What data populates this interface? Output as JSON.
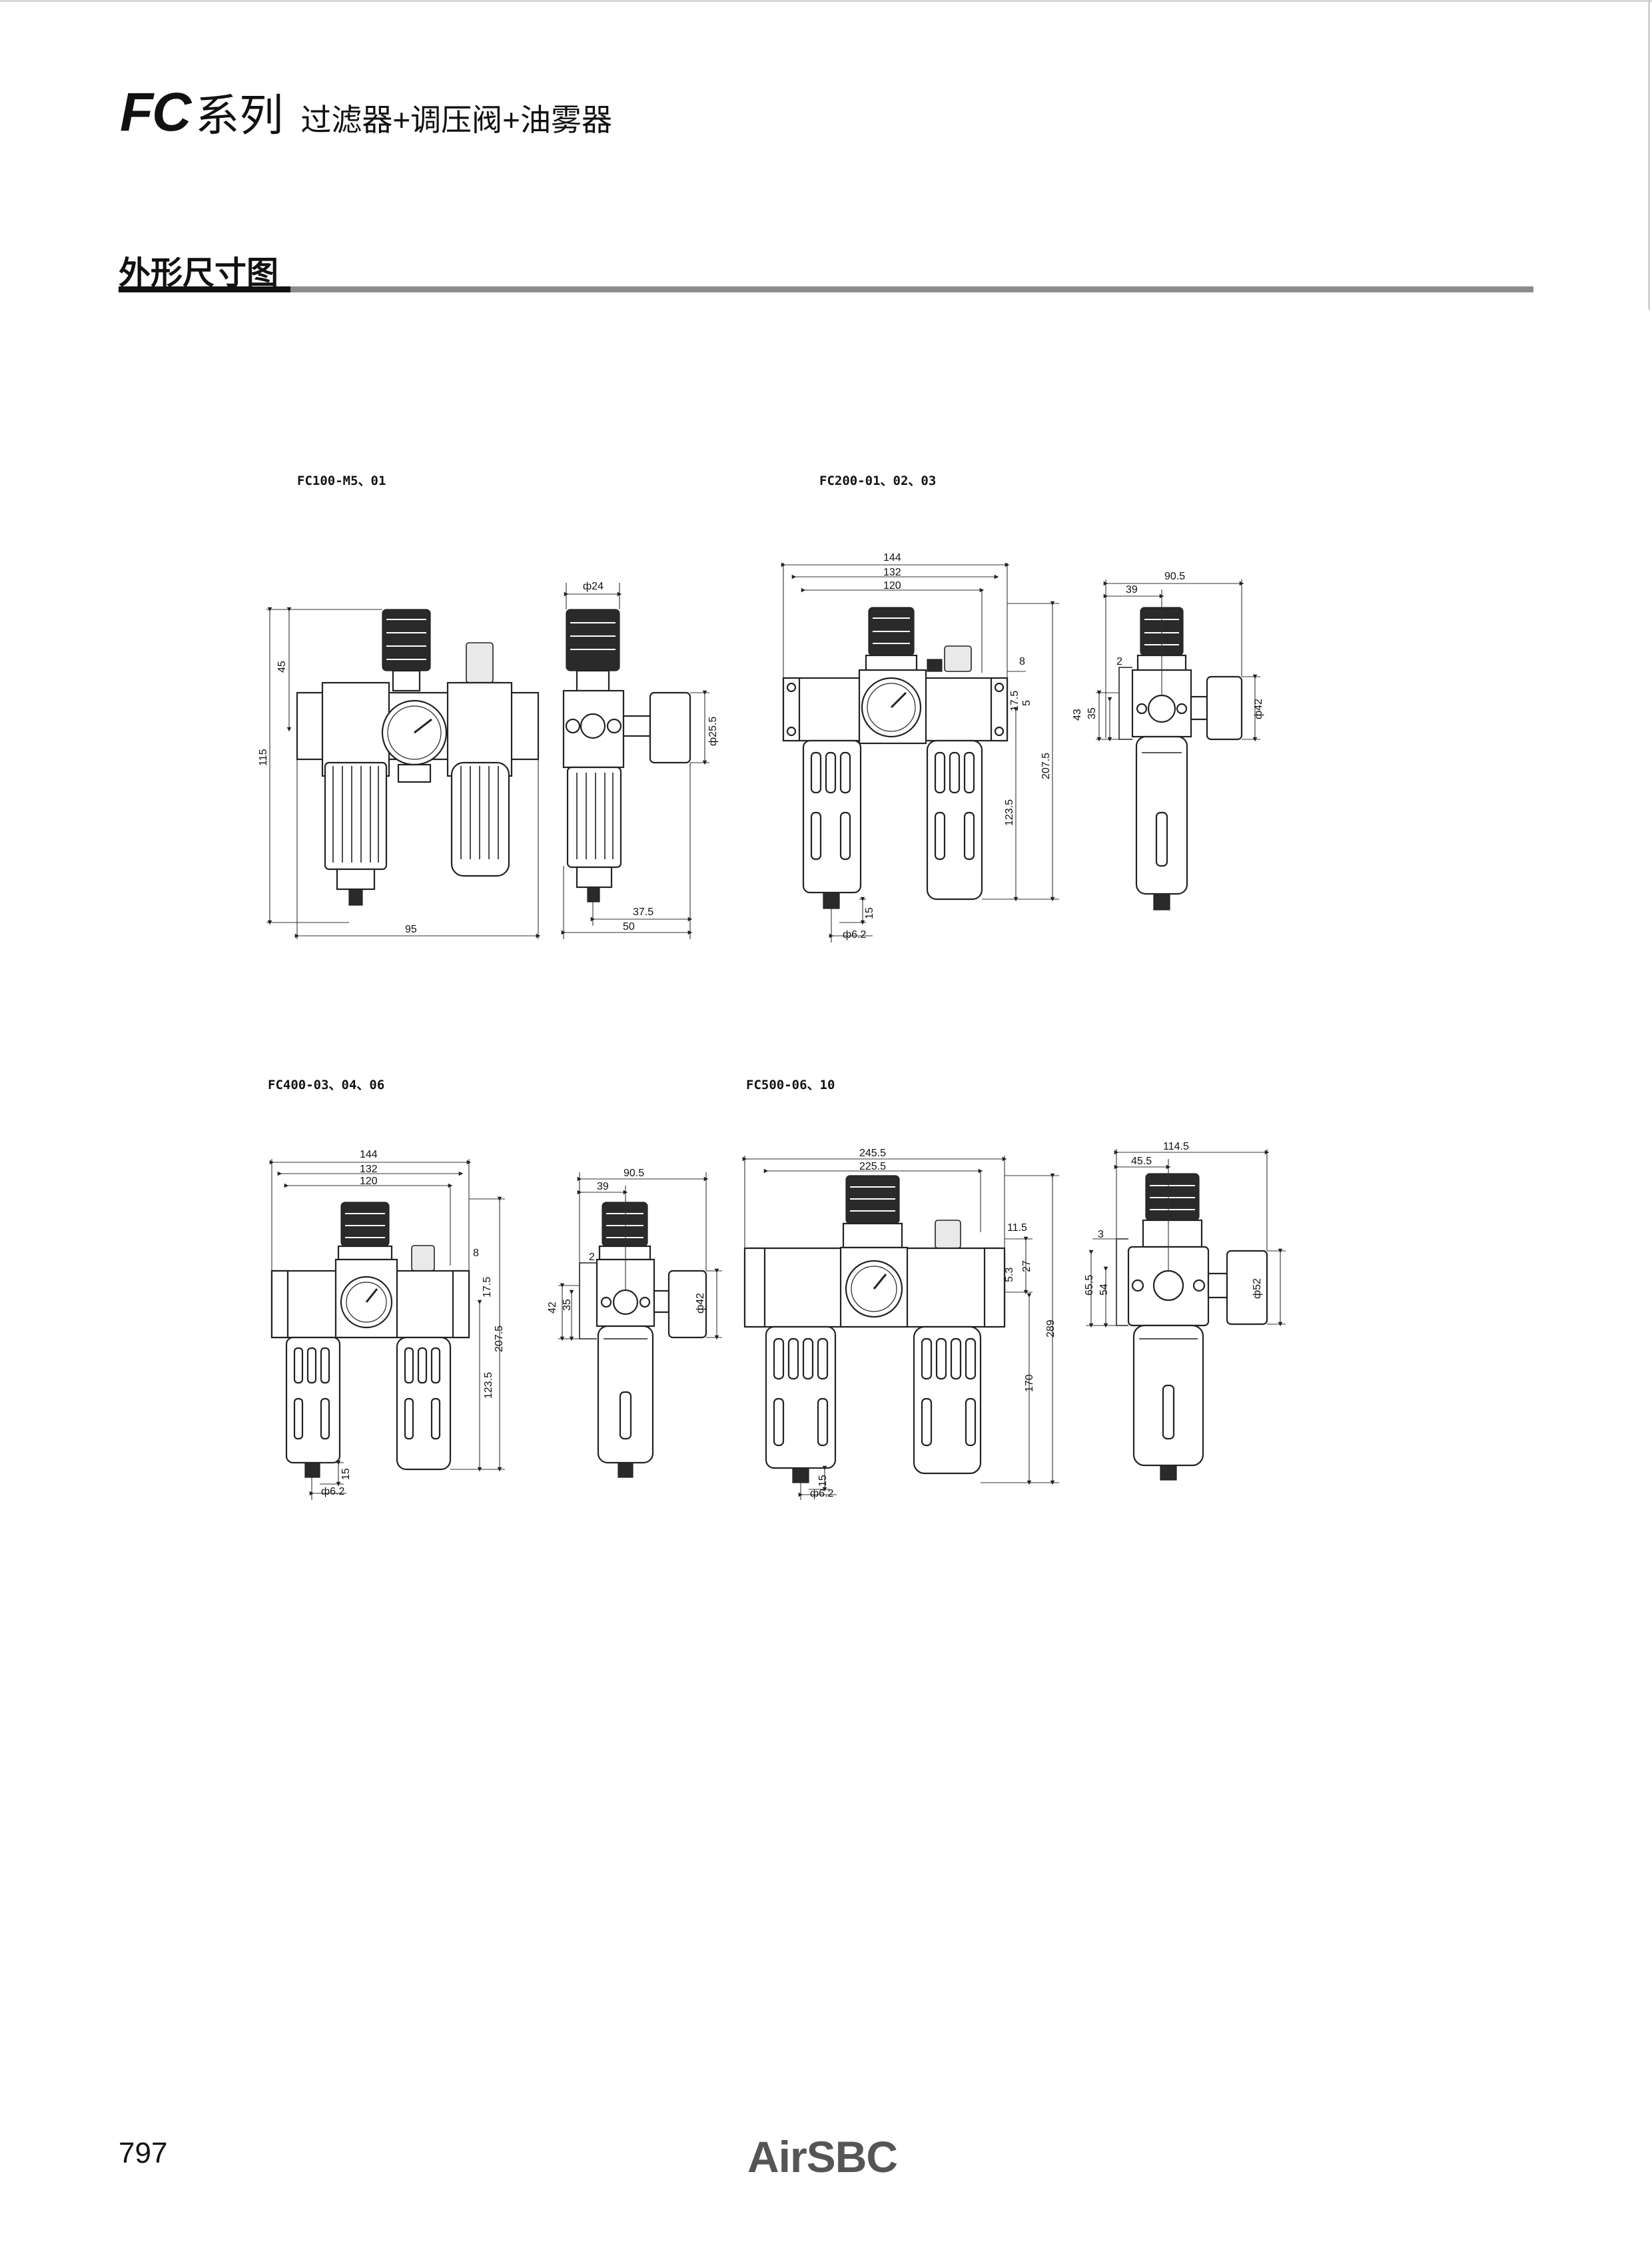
{
  "header": {
    "series_code": "FC",
    "series_word": "系列",
    "description": "过滤器+调压阀+油雾器"
  },
  "section": {
    "title": "外形尺寸图"
  },
  "drawings": [
    {
      "model": "FC100-M5、01",
      "dims": [
        "45",
        "115",
        "95",
        "ф24",
        "ф25.5",
        "37.5",
        "50"
      ]
    },
    {
      "model": "FC200-01、02、03",
      "dims": [
        "144",
        "132",
        "120",
        "8",
        "17.5",
        "5",
        "207.5",
        "123.5",
        "15",
        "ф6.2",
        "90.5",
        "39",
        "2",
        "43",
        "35",
        "ф42"
      ]
    },
    {
      "model": "FC400-03、04、06",
      "dims": [
        "144",
        "132",
        "120",
        "8",
        "17.5",
        "207.5",
        "123.5",
        "15",
        "ф6.2",
        "90.5",
        "39",
        "2",
        "42",
        "35",
        "ф42"
      ]
    },
    {
      "model": "FC500-06、10",
      "dims": [
        "245.5",
        "225.5",
        "11.5",
        "5.3",
        "27",
        "289",
        "170",
        "15",
        "ф6.2",
        "114.5",
        "45.5",
        "3",
        "65.5",
        "54",
        "ф52"
      ]
    }
  ],
  "footer": {
    "page_number": "797",
    "brand": "AirSBC"
  }
}
